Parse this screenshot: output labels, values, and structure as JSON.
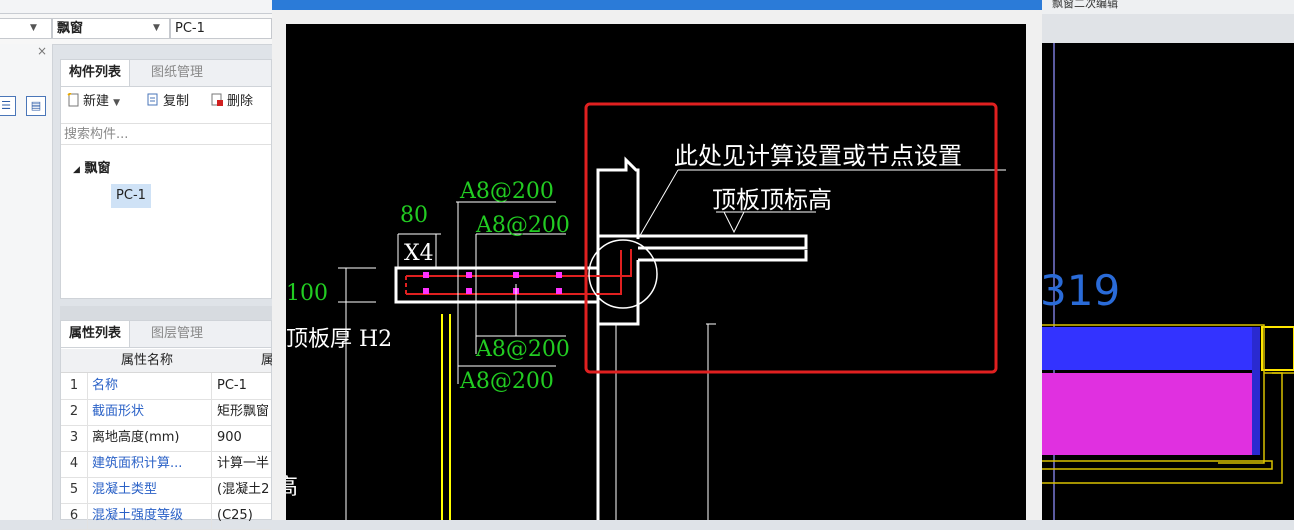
{
  "toolbar": {
    "type_combo": "飘窗",
    "name_combo": "PC-1"
  },
  "component_panel": {
    "tabs": [
      "构件列表",
      "图纸管理"
    ],
    "buttons": [
      "新建",
      "复制",
      "删除"
    ],
    "search_placeholder": "搜索构件...",
    "tree_root": "飘窗",
    "tree_child": "PC-1"
  },
  "property_panel": {
    "tabs": [
      "属性列表",
      "图层管理"
    ],
    "column_name": "属性名称",
    "column_value": "属",
    "rows": [
      {
        "num": "1",
        "name": "名称",
        "value": "PC-1"
      },
      {
        "num": "2",
        "name": "截面形状",
        "value": "矩形飘窗"
      },
      {
        "num": "3",
        "name": "离地高度(mm)",
        "value": "900"
      },
      {
        "num": "4",
        "name": "建筑面积计算...",
        "value": "计算一半"
      },
      {
        "num": "5",
        "name": "混凝土类型",
        "value": "(混凝土2"
      },
      {
        "num": "6",
        "name": "混凝土强度等级",
        "value": "(C25)"
      }
    ]
  },
  "drawing": {
    "note": "此处见计算设置或节点设置",
    "top_elev": "顶板顶标高",
    "thickness_label": "顶板厚 H2",
    "dim_80": "80",
    "dim_x4": "X4",
    "dim_100": "100",
    "rebar_1": "A8@200",
    "rebar_2": "A8@200",
    "rebar_3": "A8@200",
    "rebar_4": "A8@200",
    "partial_char": "高"
  },
  "right_panel": {
    "tab_label": "飘窗二次编辑",
    "partial_number": "319"
  },
  "colors": {
    "cad_bg": "#000000",
    "highlight": "#e02020",
    "rebar_text": "#22cc22",
    "stirrup": "#ff33ff",
    "title_bar": "#2b7bd8"
  }
}
